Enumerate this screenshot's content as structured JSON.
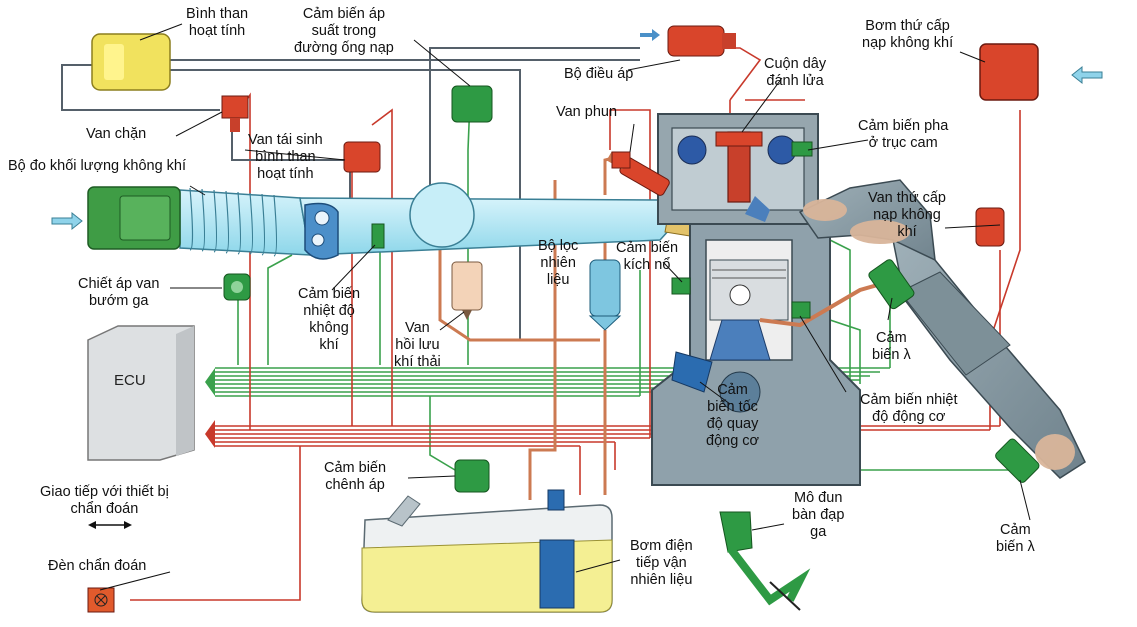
{
  "labels": {
    "canister": "Bình than\nhoạt tính",
    "manifold_pressure_sensor": "Cảm biến áp\nsuất trong\nđường ống nạp",
    "pressure_regulator": "Bộ điều áp",
    "secondary_air_pump": "Bơm thứ cấp\nnạp không khí",
    "ignition_coil": "Cuộn dây\nđánh lửa",
    "shutoff_valve": "Van chặn",
    "injector": "Van phun",
    "cam_phase_sensor": "Cảm biến pha\nở trục cam",
    "purge_valve": "Van tái sinh\nbình than\nhoạt tính",
    "air_mass_meter": "Bộ đo khối lượng không khí",
    "secondary_air_valve": "Van thứ cấp\nnạp không\nkhí",
    "fuel_filter": "Bộ lọc\nnhiên\nliệu",
    "knock_sensor": "Cảm biến\nkích nổ",
    "throttle_potentiometer": "Chiết áp van\nbướm ga",
    "intake_air_temp_sensor": "Cảm biến\nnhiệt độ\nkhông\nkhí",
    "egr_valve": "Van\nhồi lưu\nkhí thải",
    "lambda_sensor_1": "Cảm\nbiến λ",
    "ecu": "ECU",
    "engine_temp_sensor": "Cảm biến nhiệt\nđộ động cơ",
    "engine_speed_sensor": "Cảm\nbiến tốc\nđộ quay\nđộng cơ",
    "differential_pressure_sensor": "Cảm biến\nchênh áp",
    "diagnostic_interface": "Giao tiếp với thiết bị\nchẩn đoán",
    "pedal_module": "Mô đun\nbàn đạp\nga",
    "lambda_sensor_2": "Cảm\nbiến λ",
    "diagnostic_lamp": "Đèn chẩn đoán",
    "fuel_pump": "Bơm điện\ntiếp vận\nnhiên liệu"
  },
  "colors": {
    "intake_air": "#a9e4f2",
    "sensor_green": "#2e9a44",
    "actuator_red": "#d9452b",
    "engine_gray": "#8fa1ab",
    "fuel_yellow": "#f4ef93",
    "signal_green": "#3aa14c",
    "signal_red": "#c8392b"
  }
}
